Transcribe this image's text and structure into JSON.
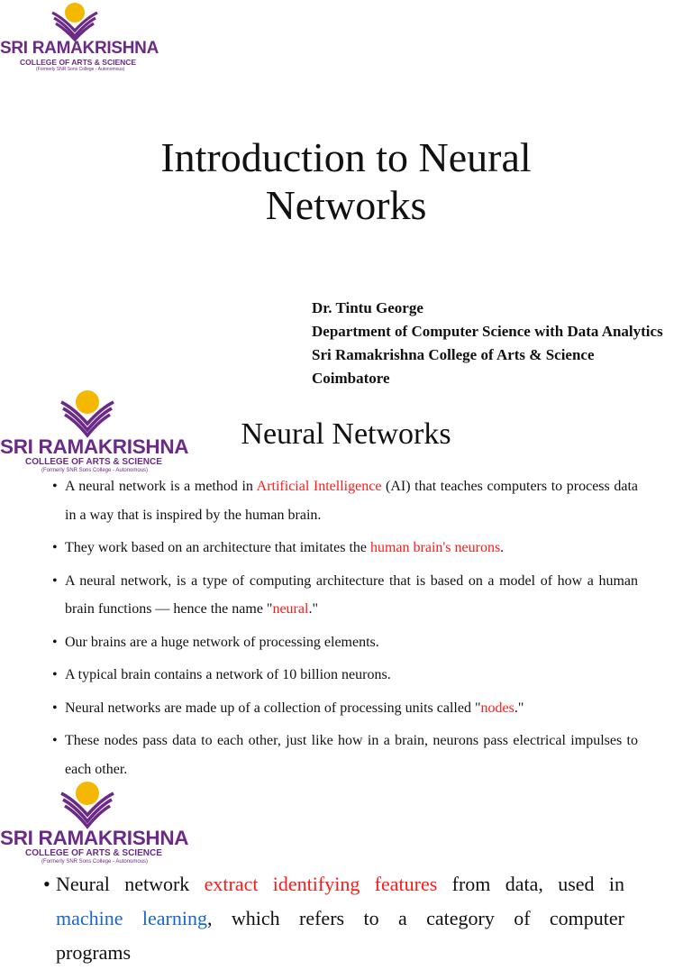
{
  "logo": {
    "brand": "SRI RAMAKRISHNA",
    "subtitle": "COLLEGE OF ARTS & SCIENCE",
    "tagline": "(Formerly SNR Sons College - Autonomous)",
    "colors": {
      "purple": "#6b2a86",
      "gold": "#f5b800"
    }
  },
  "slide1": {
    "title_line1": "Introduction to Neural",
    "title_line2": "Networks",
    "author": {
      "name": "Dr. Tintu George",
      "department": "Department of Computer Science with Data Analytics",
      "college": "Sri Ramakrishna College of Arts & Science",
      "city": "Coimbatore"
    }
  },
  "slide2": {
    "title": "Neural Networks",
    "bullet_char": "•",
    "b1_pre": "A neural network is a method in ",
    "b1_link": "Artificial Intelligence",
    "b1_post": " (AI) that teaches computers to process data in a way that is inspired by the human brain.",
    "b2_pre": " They work based on an architecture that imitates the ",
    "b2_link": "human brain's neurons",
    "b2_post": ".",
    "b3_pre": "A neural network, is a type of computing architecture that is based on a model of how a human brain functions — hence the name \"",
    "b3_link": "neural",
    "b3_post": ".\"",
    "b4": "Our brains are a huge network of processing elements.",
    "b5": " A typical brain contains a network of 10 billion neurons.",
    "b6_pre": "Neural networks are made up of a collection of processing units called \"",
    "b6_link": "nodes",
    "b6_post": ".\"",
    "b7": "These nodes pass data to each other, just like how in a brain, neurons pass electrical impulses to each other."
  },
  "slide3": {
    "pre": "Neural network ",
    "red": "extract identifying features",
    "mid": " from data, used in ",
    "blue": "machine learning",
    "post": ", which refers to a category of computer programs"
  }
}
